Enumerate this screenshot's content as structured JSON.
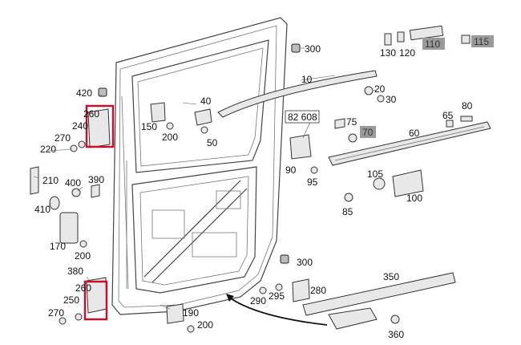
{
  "diagram": {
    "labels": {
      "p300a": "300",
      "p130": "130",
      "p120": "120",
      "p110": "110",
      "p115": "115",
      "p10": "10",
      "p420": "420",
      "p40": "40",
      "p20": "20",
      "p30": "30",
      "p260a": "260",
      "p150": "150",
      "p240": "240",
      "p200a": "200",
      "p270a": "270",
      "p50": "50",
      "p82608": "82 608",
      "p75": "75",
      "p65": "65",
      "p80": "80",
      "p70": "70",
      "p60": "60",
      "p220": "220",
      "p210": "210",
      "p400": "400",
      "p390": "390",
      "p90": "90",
      "p95": "95",
      "p105": "105",
      "p100": "100",
      "p410": "410",
      "p85": "85",
      "p170": "170",
      "p200b": "200",
      "p300b": "300",
      "p380": "380",
      "p350": "350",
      "p260b": "260",
      "p250": "250",
      "p280": "280",
      "p290": "290",
      "p295": "295",
      "p270b": "270",
      "p190": "190",
      "p200c": "200",
      "p360": "360"
    },
    "highlighted_parts": [
      "260",
      "260"
    ],
    "colors": {
      "highlight": "#c8102e",
      "shaded_label_bg": "#9a9a9a"
    }
  }
}
